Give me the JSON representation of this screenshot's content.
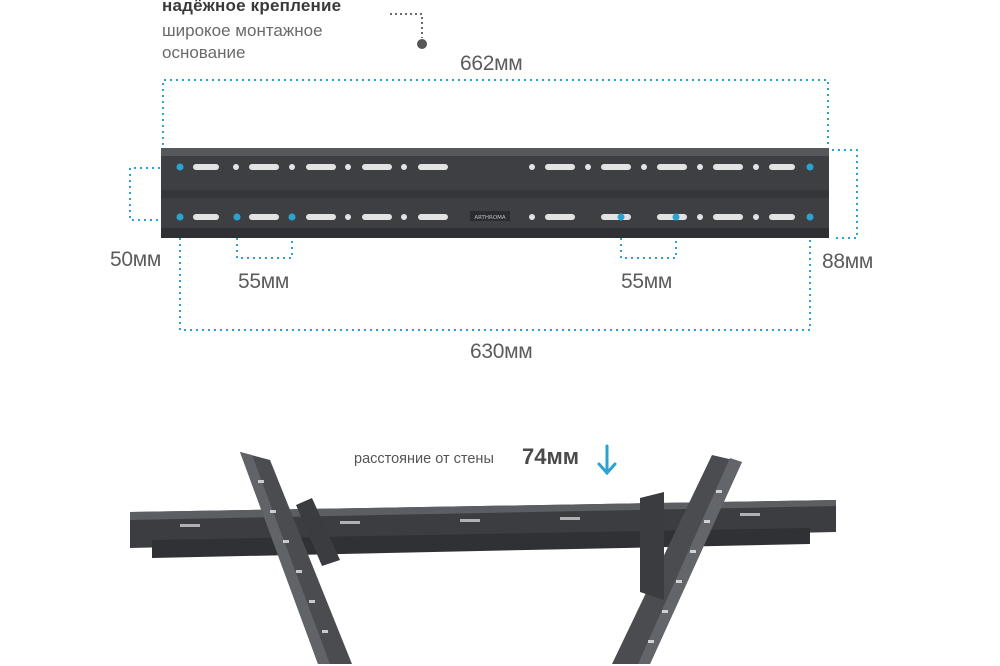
{
  "heading": {
    "bold": "надёжное крепление",
    "sub_line1": "широкое монтажное",
    "sub_line2": "основание"
  },
  "dimensions": {
    "total_width": "662мм",
    "hole_span": "630мм",
    "left_height": "50мм",
    "right_height": "88мм",
    "left_step": "55мм",
    "right_step": "55мм"
  },
  "wall_distance": {
    "label": "расстояние от стены",
    "value": "74мм"
  },
  "brand_mark": "ARTHROMA",
  "colors": {
    "accent": "#2aa3d3",
    "metal": "#3d3f42",
    "metal_light": "#5b5e62",
    "slot": "#ffffff"
  }
}
